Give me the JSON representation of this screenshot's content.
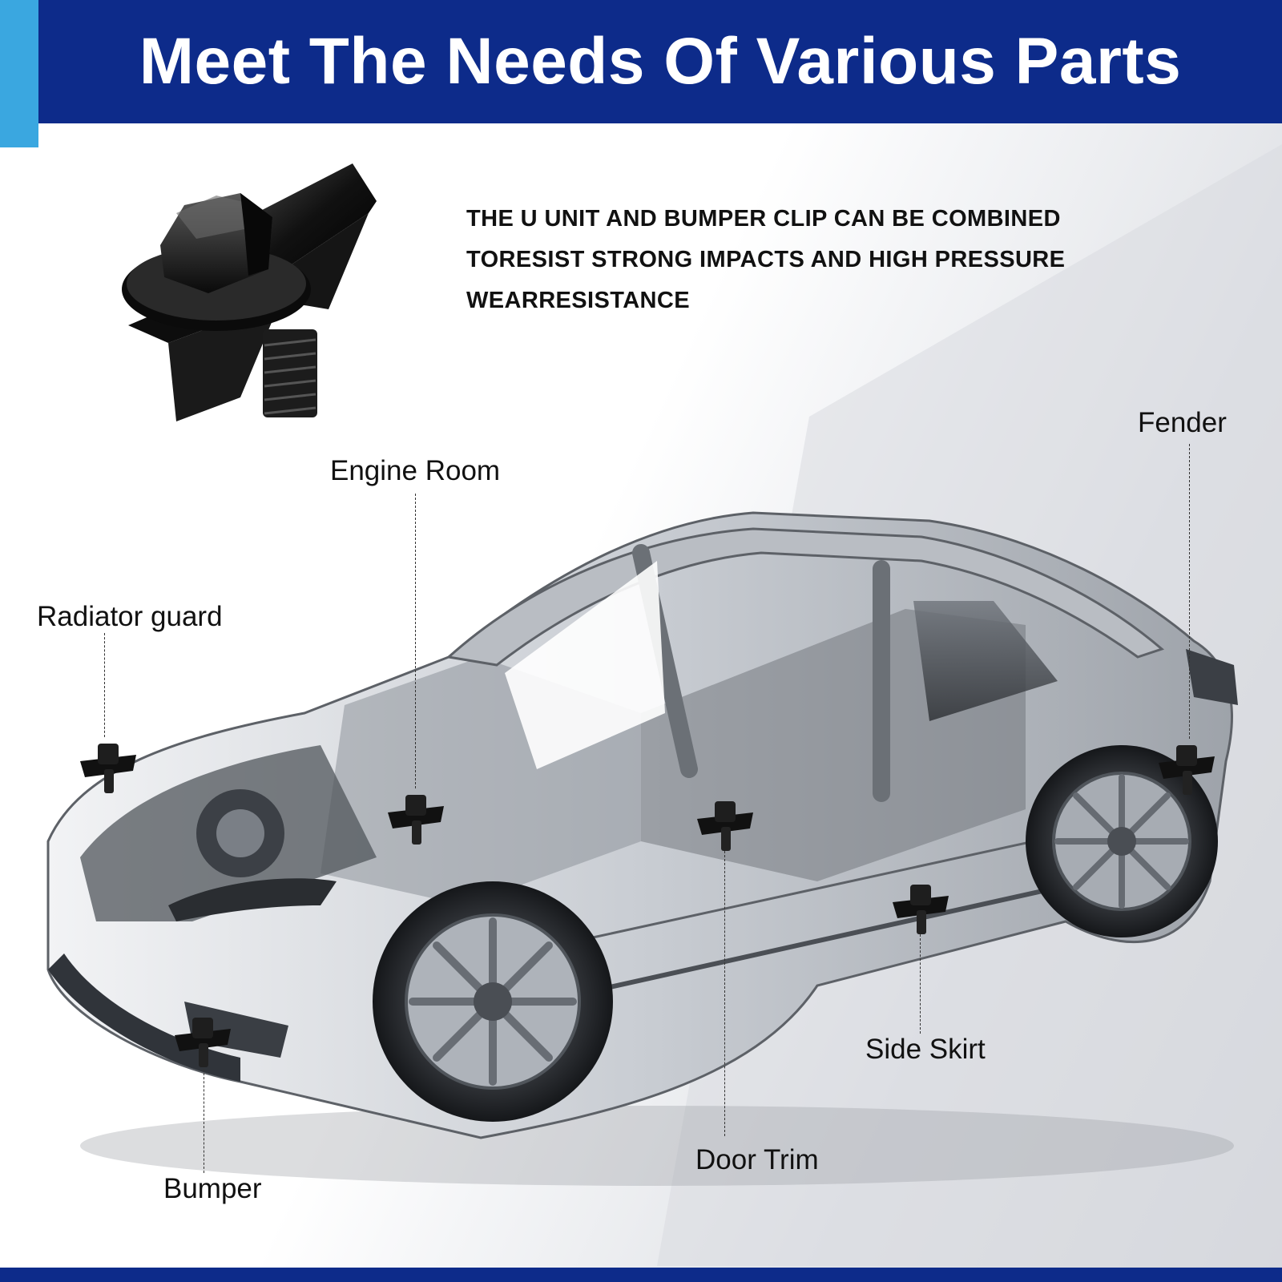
{
  "header": {
    "title": "Meet The Needs Of Various Parts"
  },
  "description": {
    "lines": [
      "THE U UNIT AND BUMPER CLIP CAN BE COMBINED",
      "TORESIST STRONG IMPACTS AND HIGH PRESSURE",
      "WEARRESISTANCE"
    ]
  },
  "callouts": {
    "radiator_guard": "Radiator guard",
    "engine_room": "Engine Room",
    "fender": "Fender",
    "side_skirt": "Side Skirt",
    "door_trim": "Door Trim",
    "bumper": "Bumper"
  },
  "colors": {
    "header_bg": "#0d2b8a",
    "accent": "#3aa7e0",
    "text": "#111111",
    "clip": "#111111"
  },
  "icons": {
    "hero": "bumper-clip-icon",
    "marker": "clip-marker-icon"
  }
}
